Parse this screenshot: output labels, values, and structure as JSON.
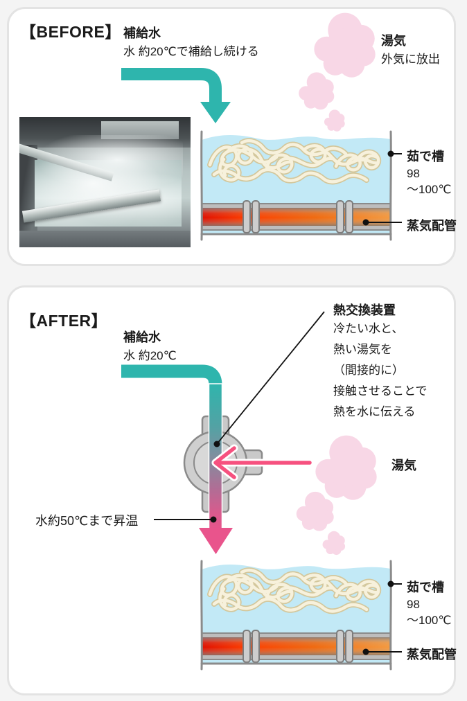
{
  "before": {
    "title": "【BEFORE】",
    "supply_water_title": "補給水",
    "supply_water_desc": "水 約20℃で補給し続ける",
    "steam_title": "湯気",
    "steam_desc": "外気に放出",
    "tank_label": "茹で槽",
    "temp_line1": "98",
    "temp_line2": "〜100℃",
    "pipe_label": "蒸気配管"
  },
  "after": {
    "title": "【AFTER】",
    "supply_water_title": "補給水",
    "supply_water_desc": "水 約20℃",
    "hx_title": "熱交換装置",
    "hx_lines": [
      "冷たい水と、",
      "熱い湯気を",
      "（間接的に）",
      "接触させることで",
      "熱を水に伝える"
    ],
    "steam_label": "湯気",
    "warmed_label": "水約50℃まで昇温",
    "tank_label": "茹で槽",
    "temp_line1": "98",
    "temp_line2": "〜100℃",
    "pipe_label": "蒸気配管"
  },
  "colors": {
    "supply_water_teal": "#2eb5ad",
    "steam_arrow_pink": "#f6517f",
    "steam_cloud_pink": "#f8d7e6",
    "tank_water_blue": "#c2e9f6",
    "steam_pipe_red": "#e01000",
    "steam_pipe_orange": "#f49a40"
  }
}
